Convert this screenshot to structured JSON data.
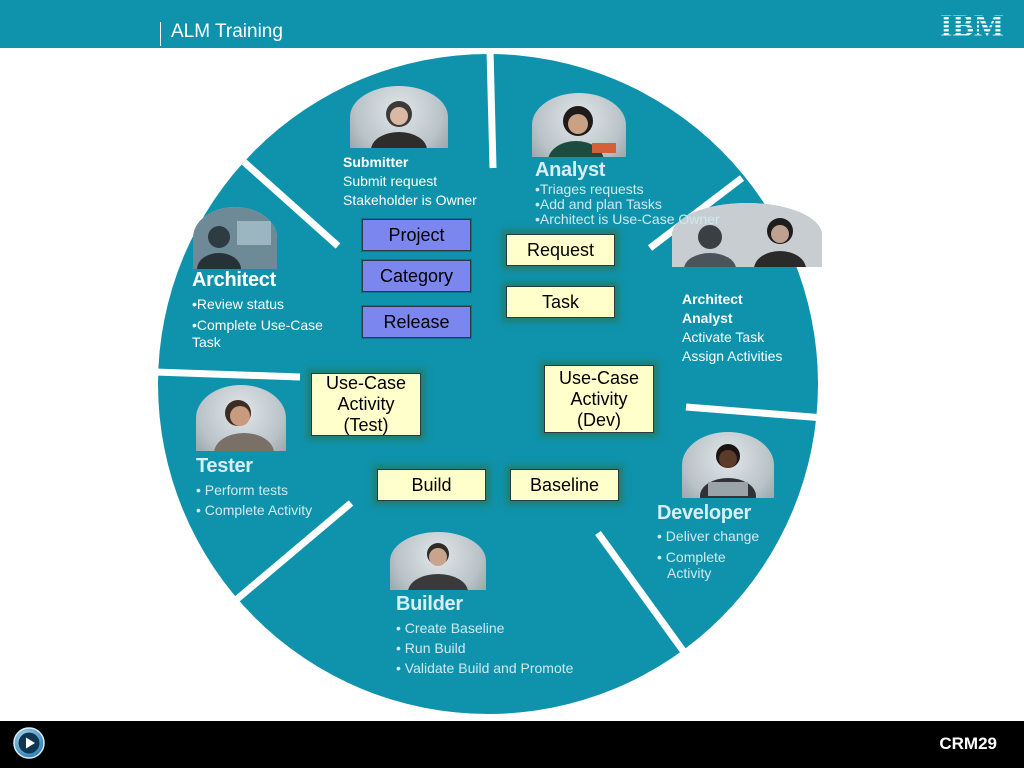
{
  "header": {
    "title": "ALM Training",
    "logo_text": "IBM",
    "background": "#0f93ad"
  },
  "footer": {
    "slide_number": "CRM29",
    "play_icon": "play-icon"
  },
  "colors": {
    "wheel": "#0f93ad",
    "divider": "#ffffff",
    "box_yellow": "#ffffcc",
    "box_blue": "#7b86ee"
  },
  "roles": {
    "submitter": {
      "name": "Submitter",
      "lines": [
        "Submit request",
        "Stakeholder is Owner"
      ]
    },
    "analyst": {
      "name": "Analyst",
      "lines": [
        "•Triages requests",
        "•Add and plan Tasks",
        "•Architect is Use-Case Owner"
      ]
    },
    "architect": {
      "name": "Architect",
      "lines": [
        "•Review status",
        "•Complete Use-Case Task"
      ]
    },
    "architect_analyst": {
      "name1": "Architect",
      "name2": "Analyst",
      "lines": [
        "Activate Task",
        "Assign Activities"
      ]
    },
    "tester": {
      "name": "Tester",
      "lines": [
        "• Perform tests",
        "• Complete Activity"
      ]
    },
    "developer": {
      "name": "Developer",
      "lines": [
        "• Deliver change",
        "• Complete Activity"
      ]
    },
    "builder": {
      "name": "Builder",
      "lines": [
        "• Create Baseline",
        "• Run Build",
        "• Validate Build and Promote"
      ]
    }
  },
  "boxes": {
    "project": "Project",
    "category": "Category",
    "release": "Release",
    "request": "Request",
    "task": "Task",
    "uc_test": [
      "Use-Case",
      "Activity",
      "(Test)"
    ],
    "uc_dev": [
      "Use-Case",
      "Activity",
      "(Dev)"
    ],
    "build": "Build",
    "baseline": "Baseline"
  }
}
